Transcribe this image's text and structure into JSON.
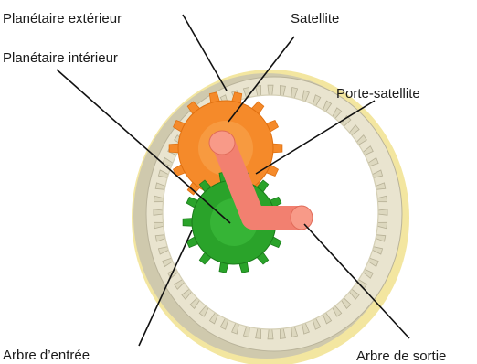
{
  "labels": {
    "outer_ring": "Planétaire extérieur",
    "planet": "Satellite",
    "sun": "Planétaire intérieur",
    "carrier": "Porte-satellite",
    "input_shaft": "Arbre d’entrée",
    "output_shaft": "Arbre de sortie"
  },
  "colors": {
    "ring_body": "#e9e4cf",
    "ring_shadow": "#cfc9ad",
    "ring_edge": "#f3e6a0",
    "planet_gear": "#f58a2a",
    "sun_gear": "#2aa32a",
    "carrier_arm": "#f28070",
    "leader_line": "#111111"
  },
  "parts": {
    "ring_teeth_count": 60,
    "planet_teeth_count": 14,
    "sun_teeth_count": 14
  }
}
